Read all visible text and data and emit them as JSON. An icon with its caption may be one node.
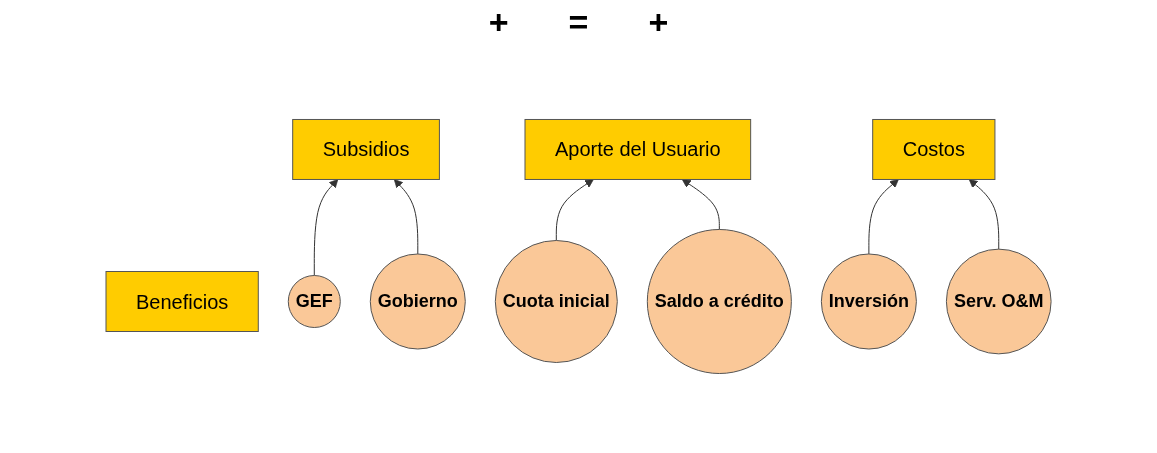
{
  "diagram": {
    "nodes": [
      {
        "text": [
          "Subsidios"
        ]
      },
      {
        "text": [
          "Aporte del Usuario"
        ]
      },
      {
        "text": [
          "Costos"
        ]
      },
      {
        "text": [
          "Beneficios"
        ]
      },
      {
        "text": [
          "GEF"
        ]
      },
      {
        "text": [
          "Gobierno"
        ]
      },
      {
        "text": [
          "Cuota inicial"
        ]
      },
      {
        "text": [
          "Saldo a crédito"
        ]
      },
      {
        "text": [
          "Inversión"
        ]
      },
      {
        "text": [
          "Serv. O&M"
        ]
      }
    ],
    "edges": [
      {
        "from": 4,
        "to": 0,
        "arrow": "to"
      },
      {
        "from": 5,
        "to": 0,
        "arrow": "to"
      },
      {
        "from": 6,
        "to": 1,
        "arrow": "to"
      },
      {
        "from": 7,
        "to": 1,
        "arrow": "to"
      },
      {
        "from": 8,
        "to": 2,
        "arrow": "to"
      },
      {
        "from": 9,
        "to": 2,
        "arrow": "to"
      }
    ],
    "labels": [
      "+",
      "=",
      "+"
    ]
  }
}
